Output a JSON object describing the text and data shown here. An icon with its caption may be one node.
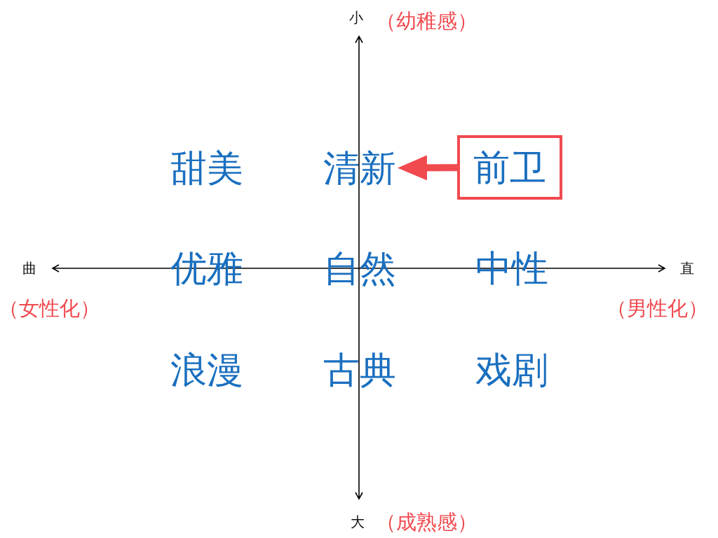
{
  "diagram": {
    "nodes": [
      {
        "text": [
          "清新"
        ]
      },
      {
        "text": [
          "前卫"
        ]
      }
    ],
    "edges": [
      {
        "from": 1,
        "to": 0,
        "arrow": "to",
        "color": "#f04a4f"
      }
    ],
    "labels": [
      "小",
      "（幼稚感）",
      "甜美",
      "曲",
      "优雅",
      "自然",
      "中性",
      "直",
      "（女性化）",
      "（男性化）",
      "浪漫",
      "古典",
      "戏剧",
      "大",
      "（成熟感）"
    ]
  }
}
